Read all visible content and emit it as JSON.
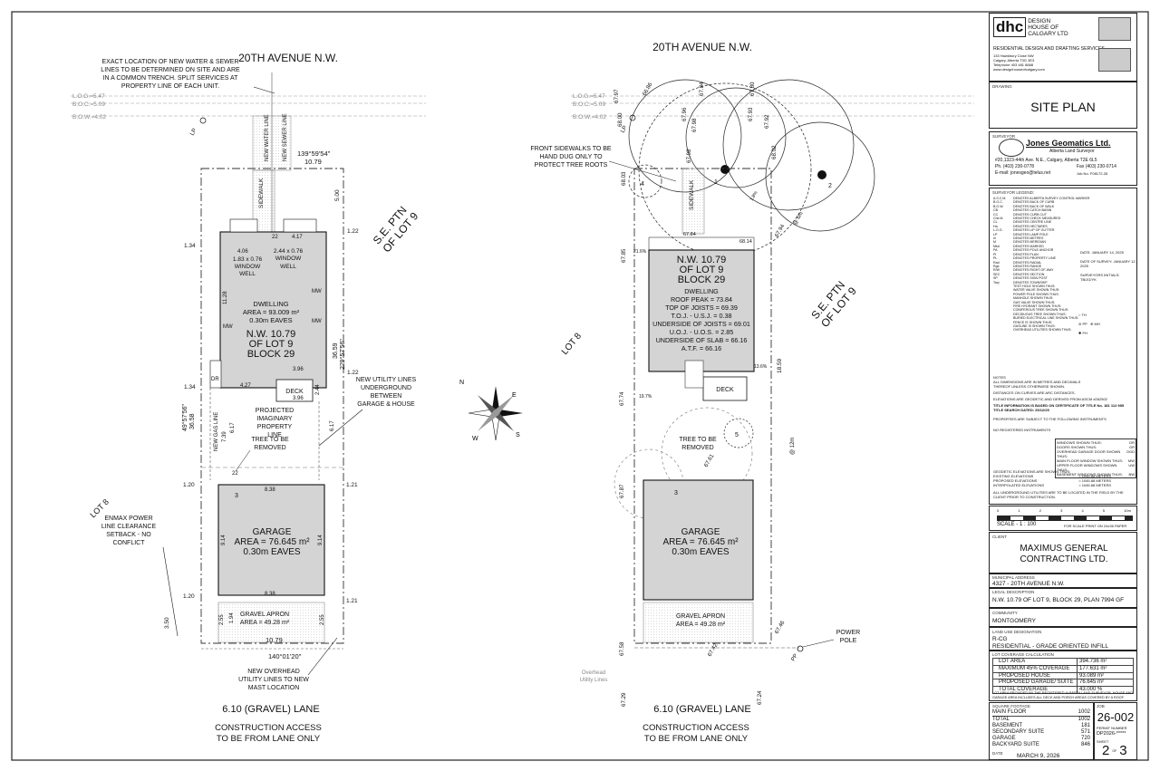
{
  "title_block": {
    "firm": {
      "abbr": "dhc",
      "name_lines": [
        "DESIGN",
        "HOUSE OF",
        "CALGARY LTD"
      ],
      "service": "RESIDENTIAL DESIGN AND DRAFTING SERVICES",
      "address_lines": [
        "133 Hawkbury Close NW",
        "Calgary, Alberta T3G 3E3",
        "Telephone 403 481 8888",
        "www.designhouseofcalgary.com"
      ]
    },
    "drawing_label": "DRAWING",
    "drawing_title": "SITE PLAN",
    "surveyor_label": "SURVEYOR",
    "surveyor": {
      "name": "Jones Geomatics Ltd.",
      "subtitle": "Alberta Land Surveyor",
      "address": "#20,1323-44th Ave. N.E., Calgary, Alberta T2E 6L5",
      "phone": "Ph. (403) 230-0778",
      "fax": "Fax (403) 230-0714",
      "email": "E-mail: jonesgeo@telus.net",
      "job": "Job No. F08172-26"
    },
    "legend_label": "SURVEYOR LEGEND:",
    "legend": [
      [
        "A.S.C.M.",
        "DENOTES ALBERTA SURVEY CONTROL MARKER"
      ],
      [
        "B.O.C.",
        "DENOTES BACK OF CURB"
      ],
      [
        "B.O.W.",
        "DENOTES BACK OF WALK"
      ],
      [
        "CB",
        "DENOTES CATCH BASIN"
      ],
      [
        "CC",
        "DENOTES CURB CUT"
      ],
      [
        "Chk M.",
        "DENOTES CHECK MEASURED"
      ],
      [
        "CL",
        "DENOTES CENTRE LINE"
      ],
      [
        "Ha",
        "DENOTES HECTARES"
      ],
      [
        "L.O.G.",
        "DENOTES LIP OF GUTTER"
      ],
      [
        "LP",
        "DENOTES LAMP POLE"
      ],
      [
        "m",
        "DENOTES METRES"
      ],
      [
        "M",
        "DENOTES MERIDIAN"
      ],
      [
        "Mkd",
        "DENOTES MARKED"
      ],
      [
        "PA",
        "DENOTES POLE ANCHOR"
      ],
      [
        "PI",
        "DENOTES PLAN"
      ],
      [
        "PL",
        "DENOTES PROPERTY LINE"
      ],
      [
        "Rad",
        "DENOTES RADIAL"
      ],
      [
        "Rge",
        "DENOTES RANGE"
      ],
      [
        "R/W",
        "DENOTES RIGHT-OF-WAY"
      ],
      [
        "SEC",
        "DENOTES SECTION"
      ],
      [
        "SP",
        "DENOTES SIGN POST"
      ],
      [
        "Twp",
        "DENOTES TOWNSHIP"
      ],
      [
        "",
        "TEST HOLE SHOWN THUS:"
      ],
      [
        "",
        "WATER VALVE SHOWN THUS:"
      ],
      [
        "",
        "POWER POLE SHOWN THUS:"
      ],
      [
        "",
        "MANHOLE SHOWN THUS:"
      ],
      [
        "",
        "GAS VALVE SHOWN THUS:"
      ],
      [
        "",
        "FIRE HYDRANT SHOWN THUS:"
      ],
      [
        "",
        "CONIFEROUS TREE SHOWN THUS:"
      ],
      [
        "",
        "DECIDUOUS TREE SHOWN THUS:"
      ],
      [
        "",
        "BURIED ELECTRICAL LINE SHOWN THUS:"
      ],
      [
        "",
        "FENCE IS SHOWN THUS:"
      ],
      [
        "",
        "GASLINE IS SHOWN THUS:"
      ],
      [
        "",
        "OVERHEAD UTILITIES SHOWN THUS:"
      ]
    ],
    "legend_symbols": [
      "TH",
      "PP",
      "MH",
      "FH"
    ],
    "dates": [
      "DATE: JANUARY 14, 2025",
      "DATE OF SURVEY: JANUARY 12, 2025",
      "SURVEYORS INITIALS: TB/JG/YK"
    ],
    "notes_label": "NOTES",
    "notes": [
      "ALL DIMENSIONS ARE IN METRES AND DECIMALS",
      "THEREOF UNLESS OTHERWISE SHOWN.",
      "DISTANCES ON CURVES ARE ARC DISTANCES.",
      "ELEVATIONS ARE GEODETIC AND DERIVED FROM ASCM #262502"
    ],
    "title_info": "TITLE INFORMATION IS BASED ON CERTIFICATE OF TITLE No. 181 112 985",
    "title_search": "TITLE SEARCH DATED: 25/12/25",
    "properties_note": "PROPERTIES ARE SUBJECT TO THE FOLLOWING INSTRUMENTS",
    "no_instruments": "NO REGISTERED INSTRUMENTS",
    "window_legend": [
      [
        "WINDOWS SHOWN THUS:",
        "DR"
      ],
      [
        "DOORS SHOWN THUS:",
        "GR"
      ],
      [
        "OVERHEAD GARAGE DOOR SHOWN THUS:",
        "OGD"
      ],
      [
        "MAIN FLOOR WINDOW SHOWN THUS:",
        "MW"
      ],
      [
        "UPPER FLOOR WINDOWS SHOWN THUS:",
        "UW"
      ],
      [
        "BASEMENT WINDOWS SHOWN THUS:",
        "BW"
      ]
    ],
    "elev_label": "GEODETIC ELEVATIONS ARE SHOWN THUS:",
    "elev_rows": [
      [
        "EXISTING ELEVATIONS",
        "= 1045.88 METERS"
      ],
      [
        "PROPOSED ELEVATIONS",
        "= 1045.88 METERS"
      ],
      [
        "INTERPOLATED ELEVATIONS",
        "= 1045.88 METERS"
      ]
    ],
    "underground_note": "ALL UNDERGROUND UTILITIES ARE TO BE LOCATED IN THE FIELD BY THE CLIENT PRIOR TO CONSTRUCTION.",
    "scale_ticks": [
      "0",
      "1",
      "2",
      "3",
      "4",
      "5",
      "10m"
    ],
    "scale_label": "SCALE - 1 : 100",
    "scale_note": "FOR SCALE PRINT ON 24x36 PAPER",
    "client_label": "CLIENT",
    "client": "MAXIMUS GENERAL CONTRACTING LTD.",
    "municipal_label": "MUNICIPAL ADDRESS",
    "municipal": "4327 - 20TH AVENUE N.W.",
    "legal_label": "LEGAL DESCRIPTION",
    "legal": "N.W. 10.79 OF LOT 9, BLOCK 29, PLAN 7994 GF",
    "community_label": "COMMUNITY",
    "community": "MONTGOMERY",
    "land_use_label": "LAND USE DESIGNATION",
    "land_use": "R-CG",
    "land_use_desc": "RESIDENTIAL - GRADE ORIENTED INFILL",
    "coverage_label": "LOT COVERAGE CALCULATION",
    "coverage": [
      [
        "LOT AREA",
        "394.736 m²"
      ],
      [
        "MAXIMUM 45% COVERAGE",
        "177.631 m²"
      ],
      [
        "PROPOSED HOUSE",
        "93.089 m²"
      ],
      [
        "PROPOSED GARAGE/ SUITE",
        "76.645 m²"
      ],
      [
        "TOTAL COVERAGE",
        "43.000 %"
      ]
    ],
    "coverage_note": "LOT AREA PROVIDED BY THE REGISTERED ALBERTA LAND SURVEYOR. HOUSE AND GARAGE AREA INCLUDES ALL DECK AND PORCH AREAS COVERED BY A ROOF.",
    "footage_label": "SQUARE FOOTAGE",
    "footage": [
      [
        "MAIN FLOOR",
        "1002"
      ],
      [
        "TOTAL",
        "1002"
      ],
      [
        "BASEMENT",
        "181"
      ],
      [
        "SECONDARY SUITE",
        "571"
      ],
      [
        "GARAGE",
        "720"
      ],
      [
        "BACKYARD SUITE",
        "846"
      ]
    ],
    "job_label": "JOB",
    "job": "26-002",
    "permit_label": "PERMIT NUMBER",
    "permit": "DP2026-*****",
    "sheet_label": "SHEET",
    "sheet": "2",
    "sheet_of": "OF",
    "sheet_total": "3",
    "date_label": "DATE",
    "date": "MARCH 9, 2026"
  },
  "left_plan": {
    "street": "20TH AVENUE N.W.",
    "lane": "6.10 (GRAVEL) LANE",
    "lane_note": [
      "CONSTRUCTION ACCESS",
      "TO BE FROM LANE ONLY"
    ],
    "log": "L.O.G.=5.47",
    "boc": "B.O.C.=5.09",
    "bow": "B.O.W.=4.02",
    "lp": "LP",
    "water_note": [
      "EXACT LOCATION OF NEW WATER & SEWER",
      "LINES TO BE DETERMINED ON SITE AND ARE",
      "IN A COMMON TRENCH. SPLIT SERVICES AT",
      "PROPERTY LINE OF EACH UNIT."
    ],
    "water_line": "NEW WATER LINE",
    "sewer_line": "NEW SEWER LINE",
    "sidewalk": "SIDEWALK",
    "bearing_top": "139°59'54\"",
    "width_top": "10.79",
    "setback_front": "5.00",
    "dim_122a": "1.22",
    "dim_134a": "1.34",
    "dim_122b": "1.22",
    "dim_134b": "1.34",
    "dim_22": "22",
    "dim_417": "4.17",
    "dim_406": "4.06",
    "ww1": [
      "1.83 x 0.76",
      "WINDOW",
      "WELL"
    ],
    "ww2": [
      "2.44 x 0.76",
      "WINDOW",
      "WELL"
    ],
    "dim_1128": "11.28",
    "dwelling": [
      "DWELLING",
      "AREA = 93.009 m²",
      "0.30m EAVES"
    ],
    "lot_name": [
      "N.W. 10.79",
      "OF  LOT 9",
      "BLOCK 29"
    ],
    "mw": "MW",
    "side_right": "36.59",
    "bearing_right": "229°57'56\"",
    "side_left": "36.58",
    "bearing_left": "49°57'56\"",
    "dim_396a": "3.96",
    "dim_396b": "3.96",
    "dim_427": "4.27",
    "dr": "DR",
    "deck": "DECK",
    "dim_244": "2.44",
    "utility_note": [
      "NEW UTILITY LINES",
      "UNDERGROUND",
      "BETWEEN",
      "GARAGE & HOUSE"
    ],
    "gas_line": "NEW GAS LINE",
    "dim_739": "7.39",
    "dim_617a": "6.17",
    "dim_617b": "6.17",
    "imaginary": [
      "PROJECTED",
      "IMAGINARY",
      "PROPERTY",
      "LINE"
    ],
    "tree_removed": [
      "TREE TO BE",
      "REMOVED"
    ],
    "garage": [
      "GARAGE",
      "AREA = 76.645 m²",
      "0.30m EAVES"
    ],
    "dim_838a": "8.38",
    "dim_838b": "8.38",
    "dim_914a": "9.14",
    "dim_914b": "9.14",
    "dim_120a": "1.20",
    "dim_121a": "1.21",
    "dim_120b": "1.20",
    "dim_121b": "1.21",
    "tree3": "3",
    "lot8": "LOT 8",
    "sept": [
      "S.E. PTN",
      "OF LOT 9"
    ],
    "enmax": [
      "ENMAX POWER",
      "LINE CLEARANCE",
      "SETBACK - NO",
      "CONFLICT"
    ],
    "apron": [
      "GRAVEL APRON",
      "AREA = 49.28 m²"
    ],
    "dim_350": "3.50",
    "dim_255a": "2.55",
    "dim_255b": "2.55",
    "dim_194": "1.94",
    "width_bottom": "10.79",
    "bearing_bottom": "140°01'20\"",
    "overhead": [
      "NEW OVERHEAD",
      "UTILITY LINES TO NEW",
      "MAST LOCATION"
    ]
  },
  "right_plan": {
    "street": "20TH AVENUE N.W.",
    "lane": "6.10 (GRAVEL) LANE",
    "lane_note": [
      "CONSTRUCTION ACCESS",
      "TO BE FROM LANE ONLY"
    ],
    "log": "L.O.G.=5.47",
    "boc": "B.O.C.=5.09",
    "bow": "B.O.W.=4.02",
    "lp": "LP",
    "sidewalk_note": [
      "FRONT SIDEWALKS TO BE",
      "HAND DUG ONLY TO",
      "PROTECT TREE ROOTS"
    ],
    "sidewalk": "SIDEWALK",
    "elevs": [
      "67.97",
      "66.86",
      "68.00",
      "67.84",
      "67.96",
      "67.98",
      "67.80",
      "67.93",
      "67.92",
      "68.02",
      "68.03",
      "67.98",
      "67.85",
      "67.84",
      "68.14",
      "67.94",
      "67.74",
      "67.87",
      "67.42",
      "67.46",
      "67.29",
      "67.58",
      "67.24",
      "67.61"
    ],
    "tree_nums": [
      "1",
      "2",
      "4",
      "5",
      "3"
    ],
    "lot_name": [
      "N.W. 10.79",
      "OF LOT 9",
      "BLOCK 29"
    ],
    "dwelling": [
      "DWELLING",
      "ROOF PEAK = 73.84",
      "TOP OF JOISTS = 69.39",
      "T.O.J. - U.S.J. = 0.38",
      "UNDERSIDE OF JOISTS = 69.01",
      "U.O.J. - U.O.S. = 2.85",
      "UNDERSIDE OF SLAB = 66.16",
      "A.T.F. = 66.16"
    ],
    "dim_1859": "18.59",
    "pct_216": "21.6%",
    "pct_136": "13.6%",
    "pct_18": "1.8%",
    "pct_197": "19.7%",
    "at_6m": "@ 6m",
    "at_12m": "@ 12m",
    "deck": "DECK",
    "tree_removed": [
      "TREE TO BE",
      "REMOVED"
    ],
    "garage": [
      "GARAGE",
      "AREA = 76.645 m²",
      "0.30m EAVES"
    ],
    "apron": [
      "GRAVEL APRON",
      "AREA = 49.28 m²"
    ],
    "lot8": "LOT 8",
    "sept": [
      "S.E. PTN",
      "OF LOT 9"
    ],
    "power_pole": [
      "POWER",
      "POLE"
    ],
    "pp": "PP",
    "overhead": [
      "Overhead",
      "Utility Lines"
    ],
    "compass": [
      "N",
      "E",
      "S",
      "W"
    ]
  }
}
